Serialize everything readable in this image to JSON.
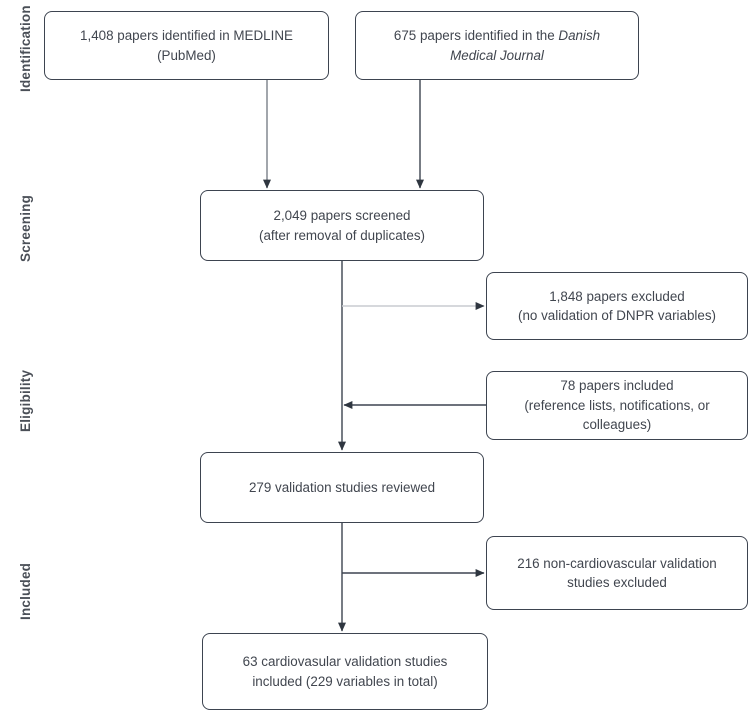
{
  "diagram": {
    "title": "PRISMA study selection flow diagram",
    "colors": {
      "box_border": "#3d4450",
      "text": "#41464f",
      "label": "#4a4f57",
      "connector": "#3d4450",
      "connector_light": "#9aa0a6",
      "background": "#ffffff"
    },
    "stage_labels": [
      {
        "id": "identification",
        "text": "Identification"
      },
      {
        "id": "screening",
        "text": "Screening"
      },
      {
        "id": "eligibility",
        "text": "Eligibility"
      },
      {
        "id": "included",
        "text": "Included"
      }
    ],
    "nodes": [
      {
        "id": "medline",
        "line1": "1,408 papers identified in MEDLINE",
        "line2": "(PubMed)"
      },
      {
        "id": "danish-medical-journal",
        "line1_pre": "675 papers identified in the ",
        "line1_italic": "Danish",
        "line2_italic": "Medical Journal"
      },
      {
        "id": "screened",
        "line1": "2,049 papers screened",
        "line2": "(after removal of duplicates)"
      },
      {
        "id": "excluded-no-validation",
        "line1": "1,848 papers excluded",
        "line2": "(no validation of DNPR variables)"
      },
      {
        "id": "papers-included-other-sources",
        "line1": "78 papers included",
        "line2": "(reference lists, notifications, or",
        "line3": "colleagues)"
      },
      {
        "id": "validation-studies-reviewed",
        "line1": "279 validation studies reviewed"
      },
      {
        "id": "non-cardiovascular-excluded",
        "line1": "216 non-cardiovascular validation",
        "line2": "studies excluded"
      },
      {
        "id": "cardiovascular-included",
        "line1": "63 cardiovasular validation studies",
        "line2": "included (229 variables in total)"
      }
    ]
  }
}
